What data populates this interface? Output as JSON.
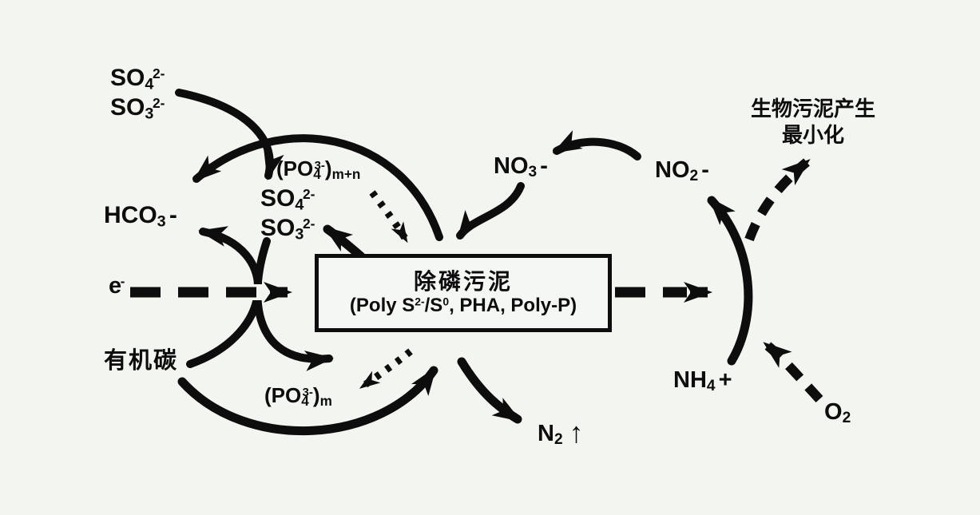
{
  "colors": {
    "background": "#f2f5f0",
    "ink": "#0d0d0d"
  },
  "labels": {
    "so4_top": {
      "base": "SO",
      "sub": "4",
      "sup": "2-"
    },
    "so3_top": {
      "base": "SO",
      "sub": "3",
      "sup": "2-"
    },
    "hco3": {
      "base": "HCO",
      "sub": "3",
      "tail": "-"
    },
    "electron": {
      "base": "e",
      "sup": "-"
    },
    "organic_carbon": {
      "text": "有机碳"
    },
    "po4_mn": {
      "open": "(PO",
      "sub": "4",
      "sup": "3-",
      "close": ")",
      "series": "m+n"
    },
    "so4_mid": {
      "base": "SO",
      "sub": "4",
      "sup": "2-"
    },
    "so3_mid": {
      "base": "SO",
      "sub": "3",
      "sup": "2-"
    },
    "po4_m": {
      "open": "(PO",
      "sub": "4",
      "sup": "3-",
      "close": ")",
      "series": "m"
    },
    "no3": {
      "base": "NO",
      "sub": "3",
      "tail": "-"
    },
    "no2": {
      "base": "NO",
      "sub": "2",
      "tail": "-"
    },
    "nh4": {
      "base": "NH",
      "sub": "4",
      "tail": "+"
    },
    "o2": {
      "base": "O",
      "sub": "2"
    },
    "n2": {
      "base": "N",
      "sub": "2",
      "arrow": "↑"
    },
    "minimize": {
      "line1": "生物污泥产生",
      "line2": "最小化"
    },
    "box": {
      "title": "除磷污泥",
      "formula": {
        "p1": "(Poly S",
        "sup1": "2-",
        "p2": "/S",
        "sup2": "0",
        "p3": ", PHA, Poly-P)"
      }
    }
  }
}
